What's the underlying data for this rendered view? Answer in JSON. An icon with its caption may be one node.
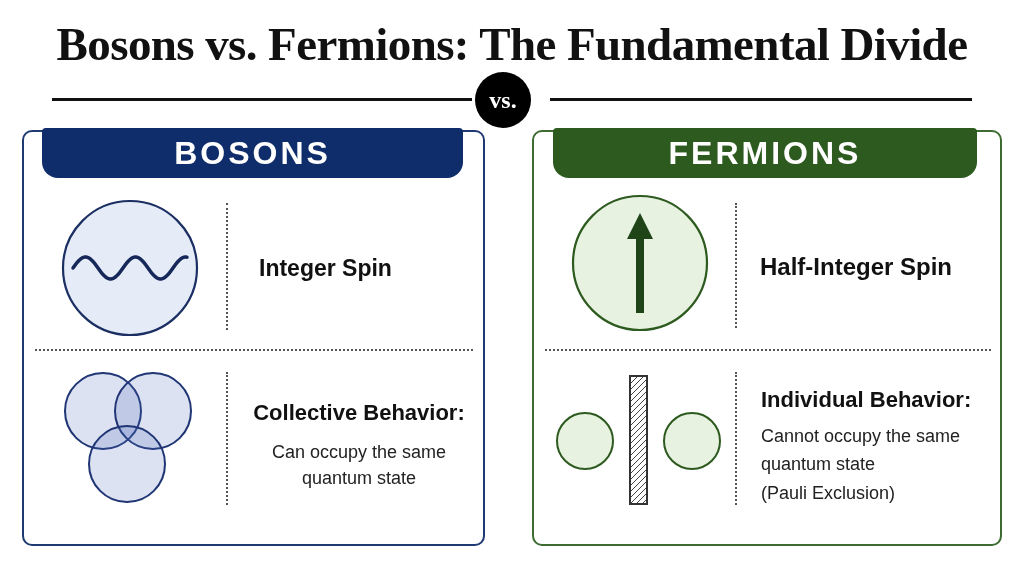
{
  "diagram": {
    "title": "Bosons vs. Fermions: The Fundamental Divide",
    "nodes": [
      {
        "text": [
          "vs."
        ]
      },
      {
        "text": [
          "Integer Spin",
          "Collective Behavior:",
          "Can occupy the same quantum state"
        ]
      },
      {
        "text": [
          "BOSONS"
        ],
        "in": 1
      },
      {
        "text": [
          "Half-Integer Spin",
          "Individual Behavior:",
          "Cannot occupy the same quantum state",
          "(Pauli Exclusion)"
        ]
      },
      {
        "text": [
          "FERMIONS"
        ],
        "in": 3
      }
    ]
  }
}
